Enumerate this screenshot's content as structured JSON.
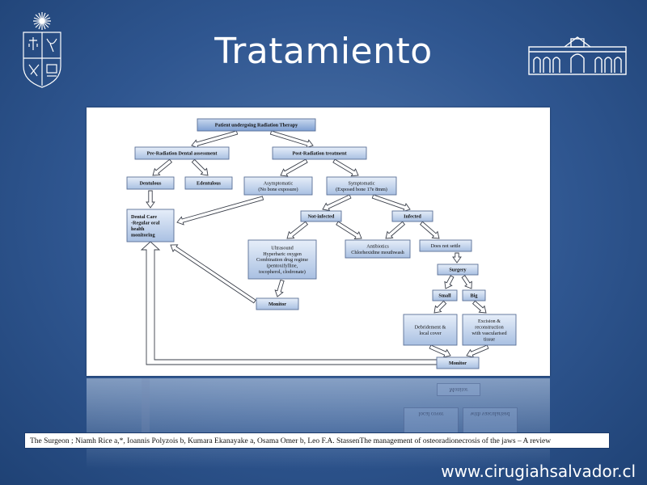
{
  "slide": {
    "title": "Tratamiento",
    "citation": "The Surgeon ; Niamh Rice a,*, Ioannis Polyzois b, Kumara Ekanayake a, Osama Omer b, Leo F.A. StassenThe management of osteoradionecrosis of the jaws – A review",
    "website": "www.cirugiahsalvador.cl"
  },
  "flowchart": {
    "nodes": {
      "root": [
        "Patient undergoing Radiation Therapy"
      ],
      "pre": [
        "Pre-Radiation Dental assessment"
      ],
      "post": [
        "Post-Radiation treatment"
      ],
      "dentulous": [
        "Dentulous"
      ],
      "edentulous": [
        "Edentulous"
      ],
      "asymptomatic": [
        "Asymptomatic",
        "(No bone exposure)"
      ],
      "symptomatic": [
        "Symptomatic",
        "(Exposed bone 17e 8mm)"
      ],
      "dental_care": [
        "Dental Care",
        "-Regular oral",
        "health",
        "monitoring"
      ],
      "not_infected": [
        "Not-infected"
      ],
      "infected": [
        "Infected"
      ],
      "ultrasound": [
        "Ultrasound",
        "Hyperbaric oxygen",
        "Combination drug regime",
        "(pentoxifylline,",
        "tocopherol, clodronate)"
      ],
      "antibiotics": [
        "Antibiotics",
        "Chlorhexidine mouthwash"
      ],
      "not_settle": [
        "Does not settle"
      ],
      "surgery": [
        "Surgery"
      ],
      "small": [
        "Small"
      ],
      "big": [
        "Big"
      ],
      "debridement": [
        "Debridement &",
        "local cover"
      ],
      "excision": [
        "Excision &",
        "reconstruction",
        "with vascularised",
        "tissue"
      ],
      "monitor1": [
        "Monitor"
      ],
      "monitor2": [
        "Monitor"
      ]
    },
    "reflection_labels": [
      "Monitor",
      "local cover",
      "with vascularised"
    ]
  }
}
